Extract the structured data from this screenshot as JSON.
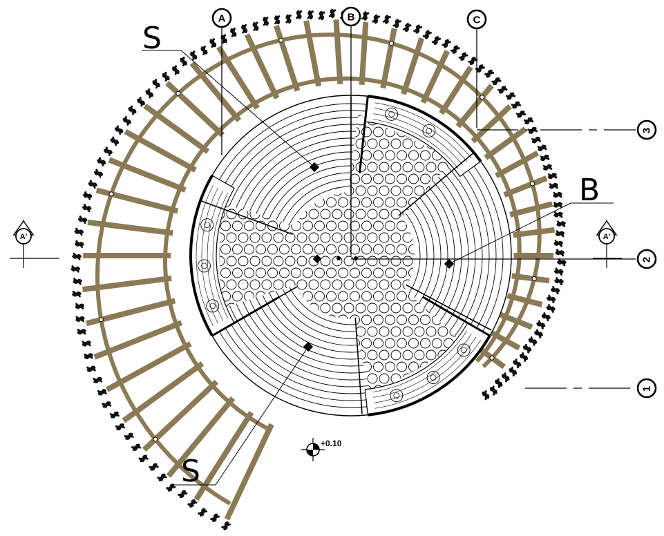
{
  "drawing": {
    "grid_columns": [
      {
        "id": "col-a",
        "label": "A"
      },
      {
        "id": "col-b",
        "label": "B"
      },
      {
        "id": "col-c",
        "label": "C"
      }
    ],
    "grid_rows": [
      {
        "id": "row-1",
        "label": "1"
      },
      {
        "id": "row-2",
        "label": "2"
      },
      {
        "id": "row-3",
        "label": "3"
      }
    ],
    "section_markers": [
      {
        "id": "section-left",
        "label": "A'"
      },
      {
        "id": "section-right",
        "label": "A'"
      }
    ],
    "zone_labels": {
      "top": "S",
      "right": "B",
      "bottom": "S"
    },
    "level": "+0.10",
    "colors": {
      "pergola_beam": "#8a7a55",
      "line": "#000000",
      "background": "#ffffff"
    }
  }
}
